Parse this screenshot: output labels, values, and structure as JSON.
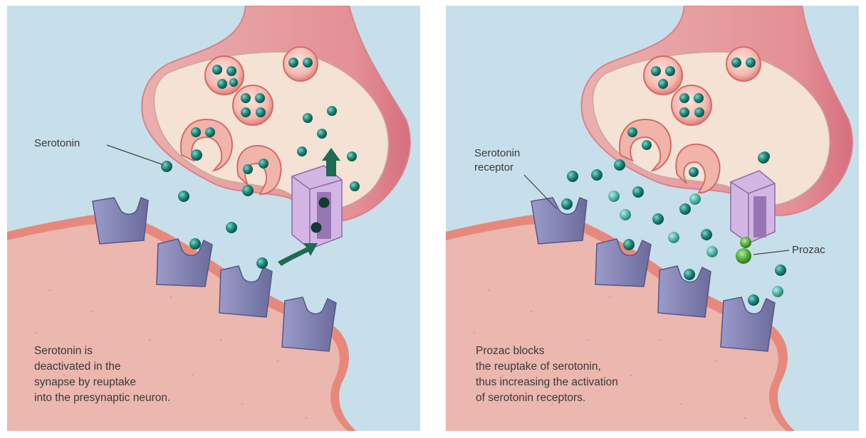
{
  "panels": [
    {
      "label": "Serotonin",
      "caption": [
        "Serotonin is",
        "deactivated in the",
        "synapse by reuptake",
        "into the presynaptic neuron."
      ]
    },
    {
      "receptor_label": [
        "Serotonin",
        "receptor"
      ],
      "drug_label": "Prozac",
      "caption": [
        "Prozac blocks",
        "the reuptake of serotonin,",
        "thus increasing the activation",
        "of serotonin receptors."
      ]
    }
  ],
  "colors": {
    "synapse_bg": "#c7dfea",
    "neuron_pink": "#e9a7a6",
    "neuron_outline": "#d9828a",
    "neuron_interior": "#f4e2d4",
    "postsynaptic": "#ebb7ae",
    "membrane_salmon": "#e6897c",
    "receptor": "#7e7fae",
    "transporter": "#c6a6d8",
    "vesicle": "#e07e77",
    "serotonin": "#1f8a7e",
    "prozac": "#4fa93d",
    "arrow": "#1d6b52"
  }
}
